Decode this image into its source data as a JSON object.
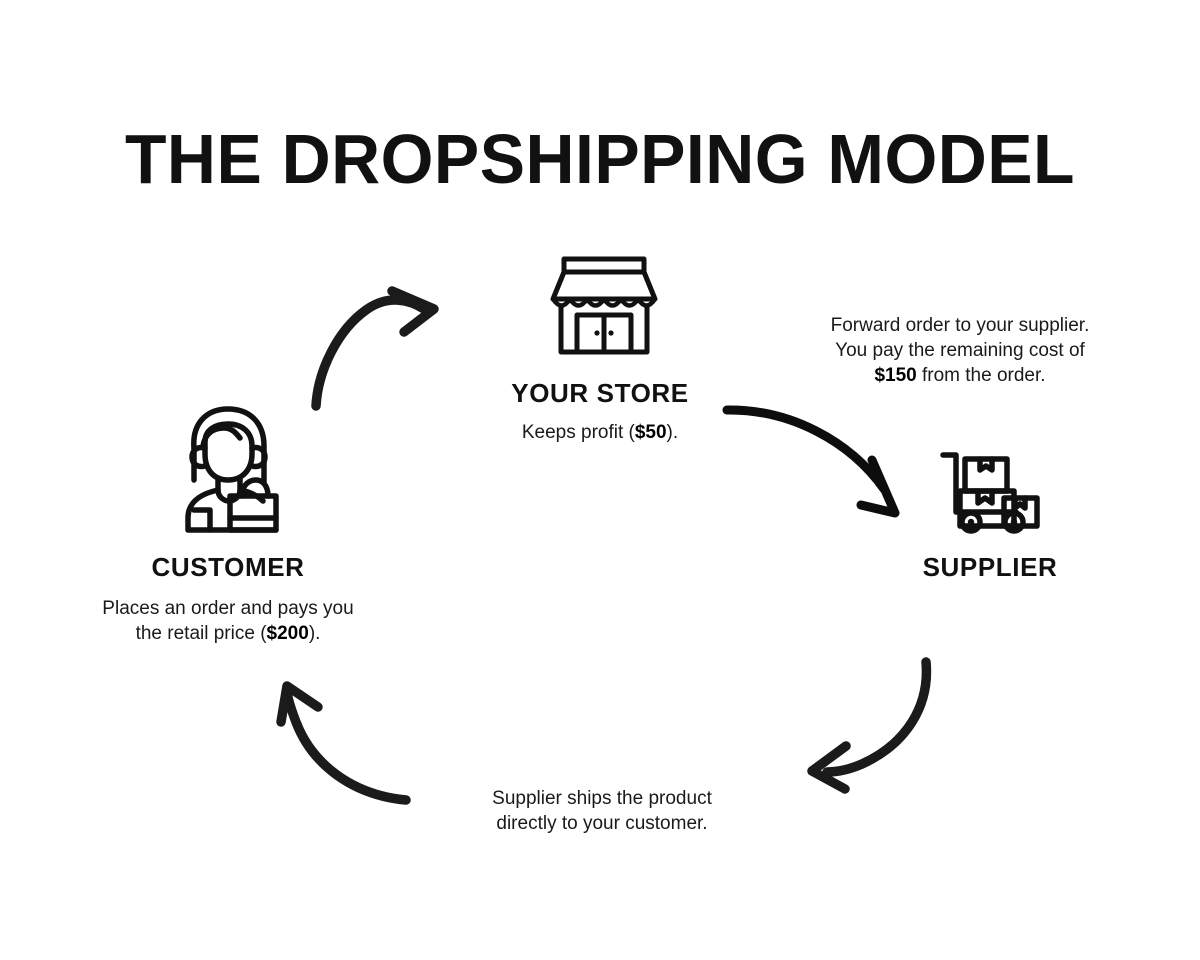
{
  "page": {
    "title": "THE DROPSHIPPING MODEL",
    "background_color": "#ffffff",
    "text_color": "#111111"
  },
  "nodes": {
    "store": {
      "label": "YOUR STORE",
      "icon": "storefront-icon",
      "caption_prefix": "Keeps profit (",
      "caption_amount": "$50",
      "caption_suffix": ")."
    },
    "supplier": {
      "label": "SUPPLIER",
      "icon": "hand-truck-boxes-icon"
    },
    "customer": {
      "label": "CUSTOMER",
      "icon": "customer-shopping-bag-icon",
      "caption_line1": "Places an order and pays you",
      "caption_line2_prefix": "the retail price (",
      "caption_amount": "$200",
      "caption_line2_suffix": ")."
    }
  },
  "flow_text": {
    "store_to_supplier": {
      "line1": "Forward order to your supplier.",
      "line2": "You pay the remaining cost of",
      "line3_amount": "$150",
      "line3_suffix": " from the order."
    },
    "supplier_to_customer": {
      "line1": "Supplier ships the product",
      "line2": "directly to your customer."
    }
  },
  "arrows": [
    {
      "name": "customer-to-store-arrow",
      "direction": "up-right"
    },
    {
      "name": "store-to-supplier-arrow",
      "direction": "down-right"
    },
    {
      "name": "supplier-to-shipping-arrow",
      "direction": "down-left"
    },
    {
      "name": "shipping-to-customer-arrow",
      "direction": "up-left"
    }
  ]
}
